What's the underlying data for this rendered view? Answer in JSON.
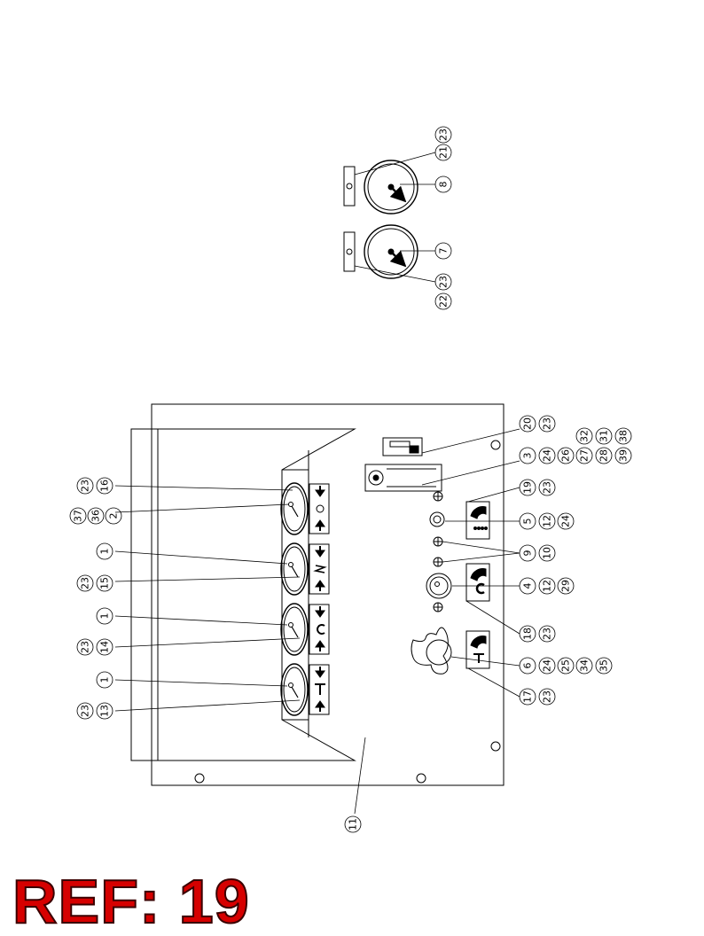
{
  "reference": {
    "label": "REF: 19"
  },
  "callouts": {
    "c1a": "1",
    "c1b": "1",
    "c1c": "1",
    "c2": "2",
    "c3": "3",
    "c4": "4",
    "c5": "5",
    "c6": "6",
    "c7": "7",
    "c8": "8",
    "c9": "9",
    "c10": "10",
    "c11": "11",
    "c12a": "12",
    "c12b": "12",
    "c13": "13",
    "c14": "14",
    "c15": "15",
    "c16": "16",
    "c17": "17",
    "c18": "18",
    "c19": "19",
    "c20": "20",
    "c21": "21",
    "c22": "22",
    "c23a": "23",
    "c23b": "23",
    "c23c": "23",
    "c23d": "23",
    "c23e": "23",
    "c23f": "23",
    "c23g": "23",
    "c23h": "23",
    "c23i": "23",
    "c23j": "23",
    "c24a": "24",
    "c24b": "24",
    "c24c": "24",
    "c25": "25",
    "c26": "26",
    "c27": "27",
    "c28": "28",
    "c29": "29",
    "c31": "31",
    "c32": "32",
    "c34": "34",
    "c35": "35",
    "c36": "36",
    "c37": "37",
    "c38": "38",
    "c39": "39"
  }
}
